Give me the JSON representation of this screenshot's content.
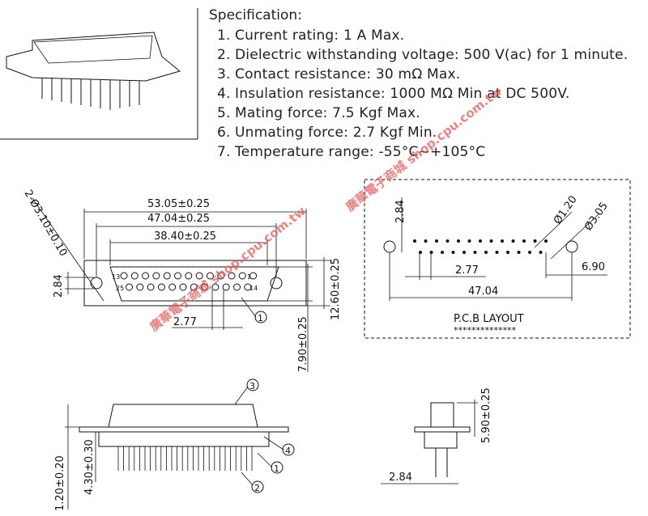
{
  "specification": {
    "title": "Specification:",
    "items": [
      {
        "num": "1.",
        "text": "Current rating: 1 A Max."
      },
      {
        "num": "2.",
        "text": "Dielectric withstanding voltage: 500 V(ac) for 1 minute."
      },
      {
        "num": "3.",
        "text": "Contact resistance: 30 mΩ Max."
      },
      {
        "num": "4.",
        "text": "Insulation resistance: 1000 MΩ Min at DC 500V."
      },
      {
        "num": "5.",
        "text": "Mating force: 7.5 Kgf Max."
      },
      {
        "num": "6.",
        "text": "Unmating force: 2.7 Kgf Min."
      },
      {
        "num": "7.",
        "text": "Temperature range: -55°C~+105°C"
      }
    ]
  },
  "front_view": {
    "dim_overall_width": "53.05±0.25",
    "dim_hole_spacing": "47.04±0.25",
    "dim_shell_width": "38.40±0.25",
    "dim_hole_callout": "2-Ø3.10±0.10",
    "dim_left_height": "2.84",
    "dim_pitch": "2.77",
    "dim_flange_height": "12.60±0.25",
    "dim_body_height": "7.90±0.25",
    "pin_labels": {
      "top_left": "13",
      "top_right": "1",
      "bottom_left": "25",
      "bottom_right": "14"
    },
    "callout_1": "1"
  },
  "pcb_layout": {
    "dim_hole_dia": "Ø1.20",
    "dim_mount_dia": "Ø3.05",
    "dim_row_offset": "2.84",
    "dim_pitch": "2.77",
    "dim_edge": "6.90",
    "dim_total": "47.04",
    "label": "P.C.B LAYOUT",
    "stars": "**************"
  },
  "side_view": {
    "dim_total_height": "1.20±0.20",
    "dim_tail": "4.30±0.30",
    "callouts": [
      "3",
      "4",
      "1",
      "2"
    ]
  },
  "end_view": {
    "dim_height": "5.90±0.25",
    "dim_pitch": "2.84"
  },
  "watermark": {
    "text_left": "廣華電子商城 shop.cpu.com.tw",
    "text_right": "廣華電子商城 shop.cpu.com.tw",
    "color": "#e35a5a"
  }
}
